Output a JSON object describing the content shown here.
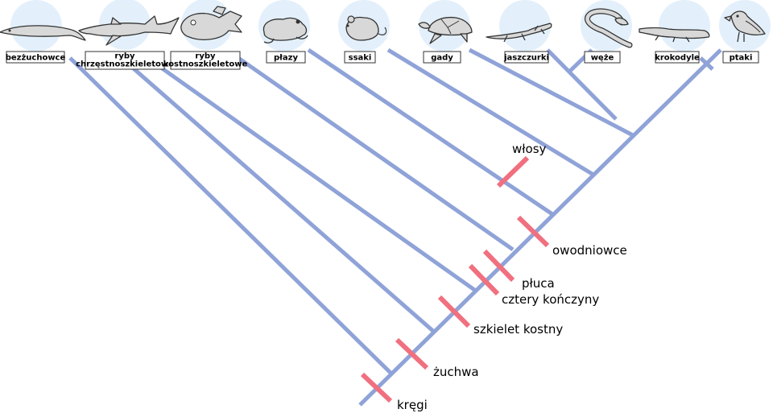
{
  "taxa": [
    {
      "id": "bezzuchowce",
      "lines": [
        "bezżuchowce"
      ],
      "icon": "lamprey-icon"
    },
    {
      "id": "ryby-chrzestnoszkieletowe",
      "lines": [
        "ryby",
        "chrzęstnoszkieletowe"
      ],
      "icon": "shark-icon"
    },
    {
      "id": "ryby-kostnoszkieletowe",
      "lines": [
        "ryby",
        "kostnoszkieletowe"
      ],
      "icon": "bony-fish-icon"
    },
    {
      "id": "plazy",
      "lines": [
        "płazy"
      ],
      "icon": "frog-icon"
    },
    {
      "id": "ssaki",
      "lines": [
        "ssaki"
      ],
      "icon": "mouse-icon"
    },
    {
      "id": "gady",
      "lines": [
        "gady"
      ],
      "icon": "turtle-icon"
    },
    {
      "id": "jaszczurki",
      "lines": [
        "jaszczurki"
      ],
      "icon": "lizard-icon"
    },
    {
      "id": "weze",
      "lines": [
        "węże"
      ],
      "icon": "snake-icon"
    },
    {
      "id": "krokodyle",
      "lines": [
        "krokodyle"
      ],
      "icon": "crocodile-icon"
    },
    {
      "id": "ptaki",
      "lines": [
        "ptaki"
      ],
      "icon": "bird-icon"
    }
  ],
  "traits": [
    {
      "id": "kregi",
      "label": "kręgi"
    },
    {
      "id": "zuchwa",
      "label": "żuchwa"
    },
    {
      "id": "szkielet-kostny",
      "label": "szkielet kostny"
    },
    {
      "id": "cztery-konczyny",
      "label": "cztery kończyny"
    },
    {
      "id": "pluca",
      "label": "płuca"
    },
    {
      "id": "owodniowce",
      "label": "owodniowce"
    },
    {
      "id": "wlosy",
      "label": "włosy"
    }
  ],
  "colors": {
    "branch": "#8fa3d8",
    "trait_mark": "#f0707f",
    "icon_circle": "#e3f0fb",
    "icon_fill": "#d8d8d8",
    "icon_stroke": "#333333",
    "label_border": "#333333"
  }
}
